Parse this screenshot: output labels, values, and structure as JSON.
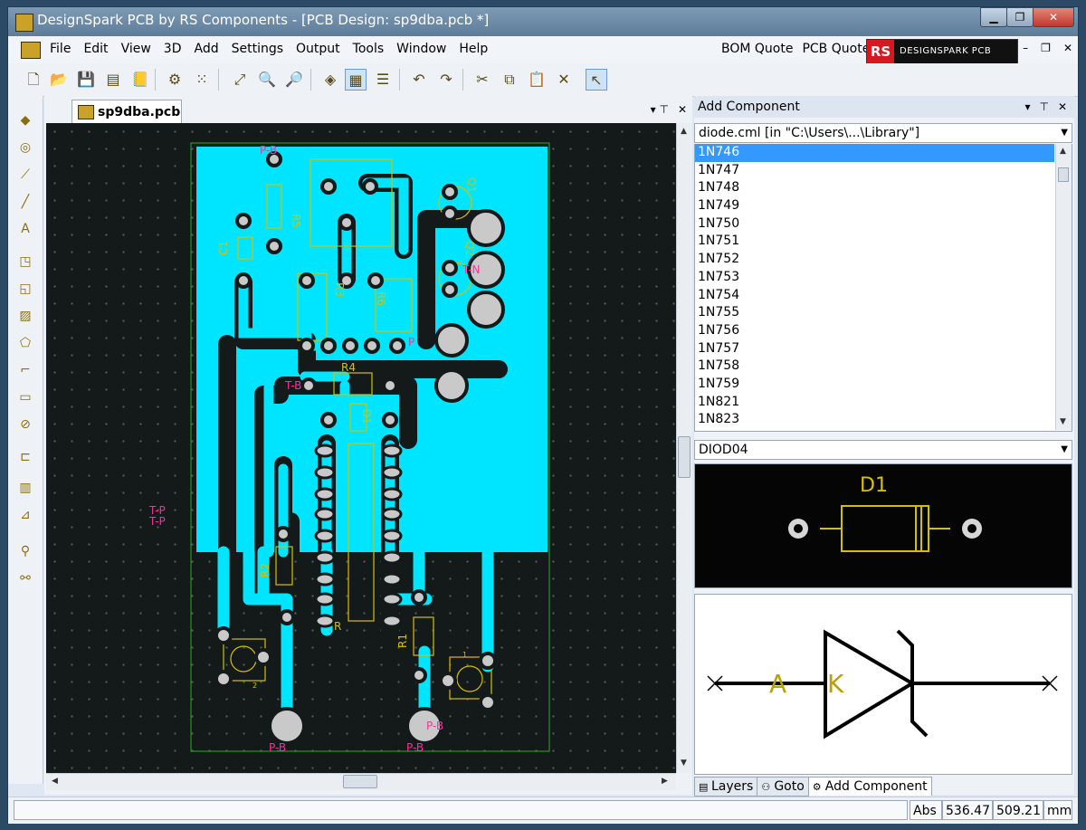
{
  "window": {
    "title": "DesignSpark PCB by RS Components - [PCB Design: sp9dba.pcb *]",
    "minimize": "▁",
    "restore": "❐",
    "close": "✕"
  },
  "menu": {
    "items": [
      "File",
      "Edit",
      "View",
      "3D",
      "Add",
      "Settings",
      "Output",
      "Tools",
      "Window",
      "Help"
    ],
    "bom_quote": "BOM Quote",
    "pcb_quote": "PCB Quote",
    "logo_rs": "RS",
    "logo_text": "DESIGNSPARK PCB",
    "doc_minimize": "–",
    "doc_restore": "❐",
    "doc_close": "✕"
  },
  "design": {
    "tab_label": "sp9dba.pcb",
    "pin_glyph": "▾ ⊤",
    "close_glyph": "✕"
  },
  "pcb": {
    "labels": {
      "pb_top": "P-B",
      "r5": "R5",
      "c1": "C1",
      "q1": "Q1",
      "q2": "Q2",
      "r6": "R6",
      "r4": "R4",
      "r3": "R3",
      "d1": "D1",
      "r2": "R2",
      "r1": "R1",
      "t_top": "T-B",
      "pb_left": "P-B",
      "pb_right": "P-B",
      "pb_pad": "P-B",
      "tp1": "T-P",
      "tp2": "T-P",
      "p_mid": "P",
      "tn": "T-N",
      "r_low": "R",
      "pin1": "1",
      "pin2": "2"
    }
  },
  "add_component": {
    "title": "Add Component",
    "library": "diode.cml    [in \"C:\\Users\\...\\Library\"]",
    "parts": [
      "1N746",
      "1N747",
      "1N748",
      "1N749",
      "1N750",
      "1N751",
      "1N752",
      "1N753",
      "1N754",
      "1N755",
      "1N756",
      "1N757",
      "1N758",
      "1N759",
      "1N821",
      "1N823"
    ],
    "selected_part": "1N746",
    "footprint": "DIOD04",
    "pcb_ref": "D1",
    "sch_pin_a": "A",
    "sch_pin_k": "K"
  },
  "panel_tabs": {
    "layers": "Layers",
    "goto": "Goto",
    "add_component": "Add Component"
  },
  "status": {
    "mode": "Abs",
    "x": "536.47",
    "y": "509.21",
    "units": "mm"
  },
  "colors": {
    "copper_pour": "#00e5ff",
    "board_bg": "#14191a",
    "pad": "#c9c9c9",
    "silkscreen": "#d4c000",
    "label_magenta": "#ff2f9a",
    "selection": "#3399ff"
  },
  "icons": {
    "toolbar": [
      "new-file-icon",
      "open-folder-icon",
      "save-icon",
      "save-all-icon",
      "library-icon",
      "settings-gear-icon",
      "grid-dots-icon",
      "zoom-fit-icon",
      "zoom-in-icon",
      "zoom-out-icon",
      "paint-bucket-icon",
      "grid-icon",
      "properties-icon",
      "undo-icon",
      "redo-icon",
      "cut-icon",
      "copy-icon",
      "paste-icon",
      "delete-icon",
      "select-pointer-icon"
    ],
    "left": [
      "component-icon",
      "pad-icon",
      "track-icon",
      "line-icon",
      "text-icon",
      "shape-icon",
      "rect-icon",
      "area-icon",
      "polygon-icon",
      "step-icon",
      "board-outline-icon",
      "circle-icon",
      "dimension-icon",
      "ruler-icon",
      "measure-icon",
      "route-icon",
      "interactive-route-icon"
    ]
  }
}
